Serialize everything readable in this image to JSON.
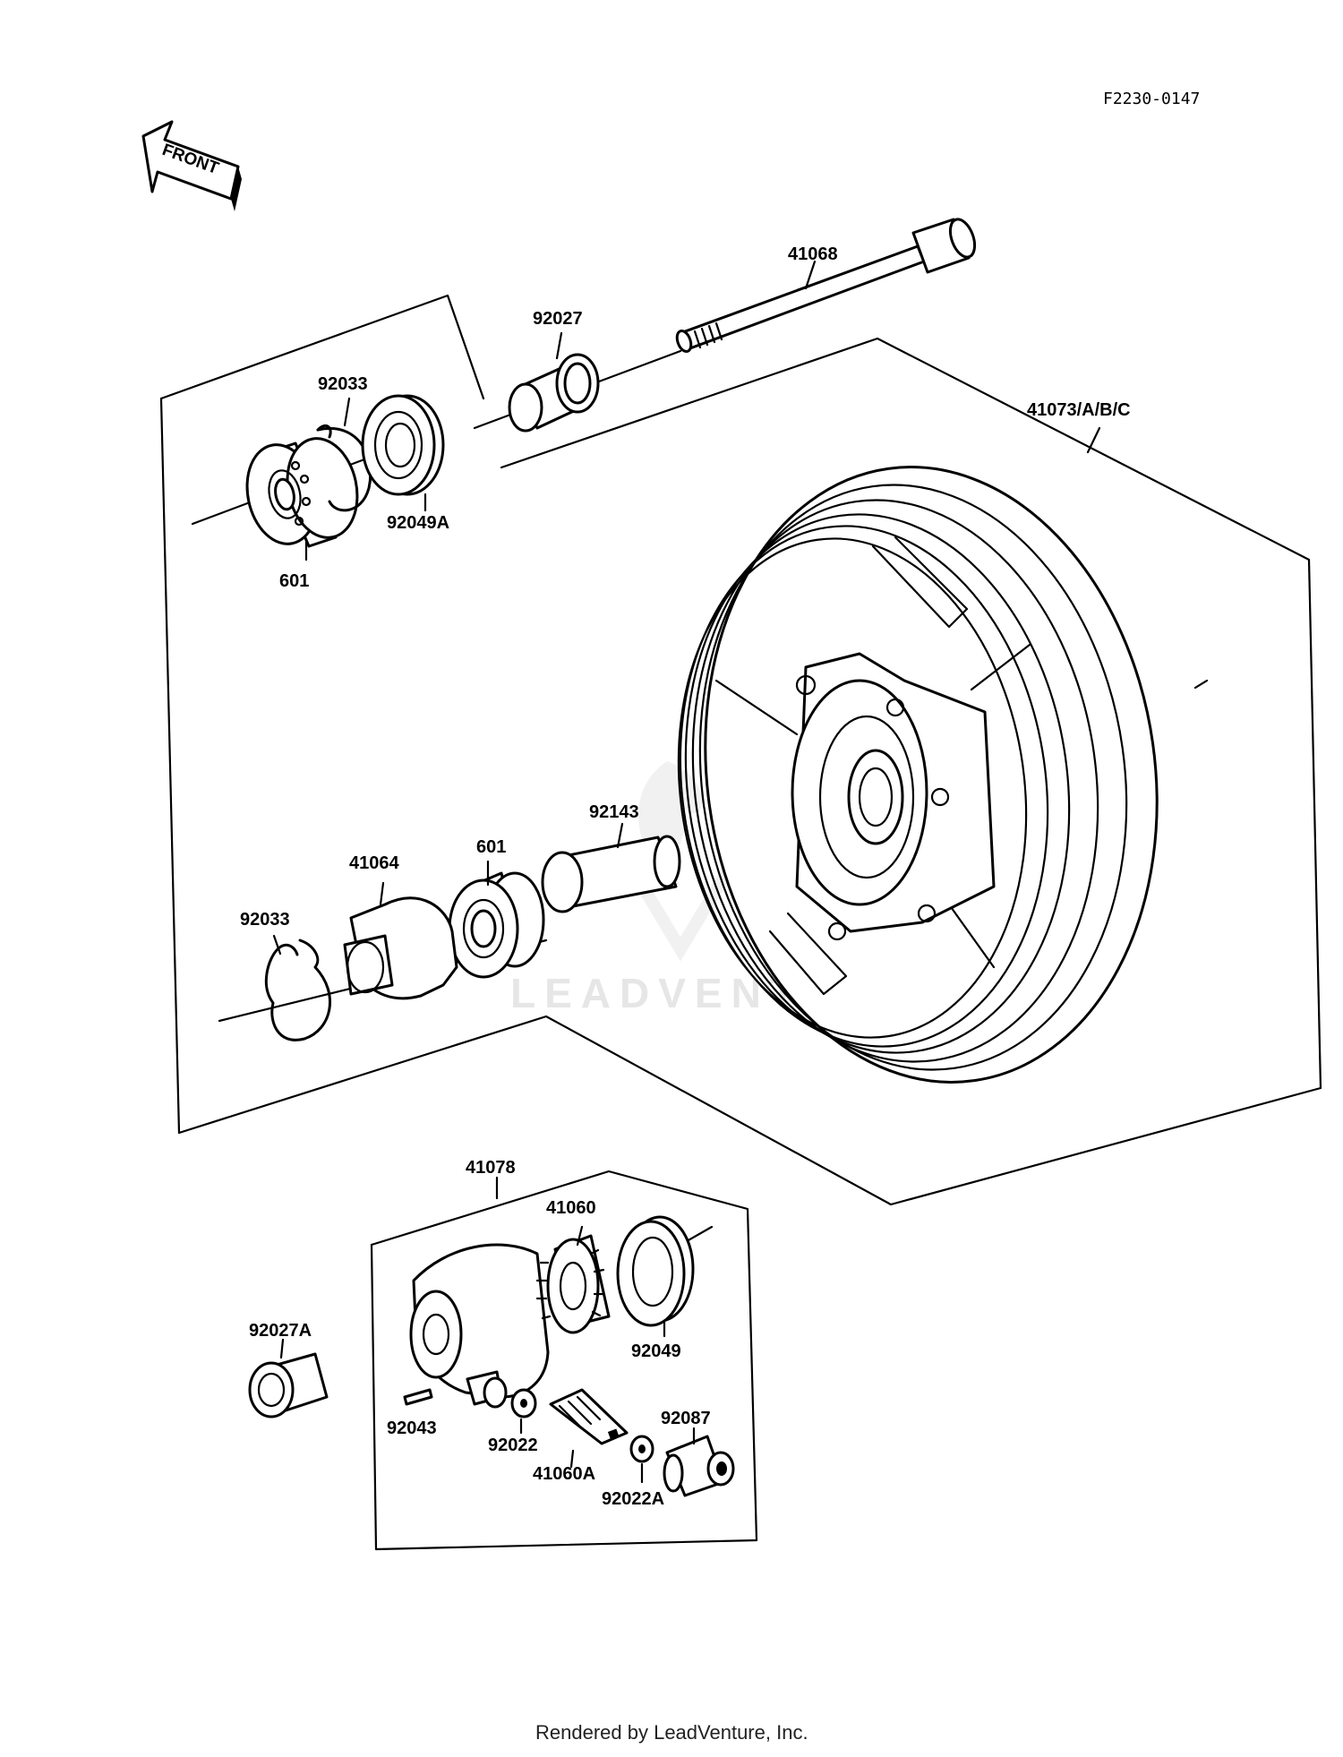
{
  "diagram_code": "F2230-0147",
  "front_label": "FRONT",
  "watermark": "LEADVENTURE",
  "footer": "Rendered by LeadVenture, Inc.",
  "callouts": {
    "axle": "41068",
    "collar_top": "92027",
    "wheel": "41073/A/B/C",
    "circlip_top": "92033",
    "seal_top": "92049A",
    "bearing_top": "601",
    "spacer": "92143",
    "bearing_bottom": "601",
    "coupling": "41064",
    "circlip_bottom": "92033",
    "gear_housing": "41078",
    "gear": "41060",
    "seal_gear": "92049",
    "collar_left": "92027A",
    "pin": "92043",
    "washer": "92022",
    "pinion": "41060A",
    "washer_a": "92022A",
    "bushing": "92087"
  }
}
